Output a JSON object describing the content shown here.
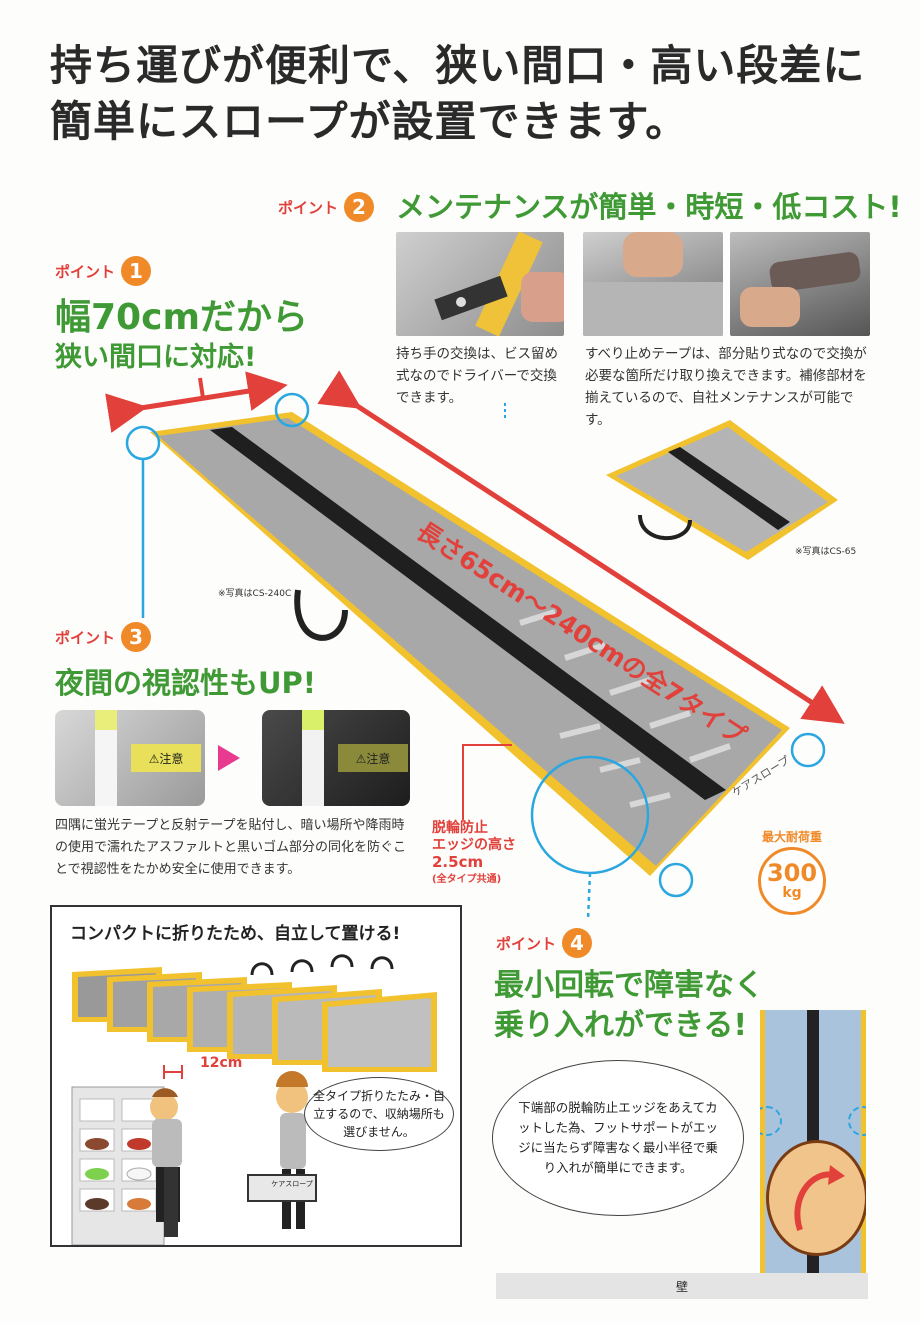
{
  "headline": {
    "line1": "持ち運びが便利で、狭い間口・高い段差に",
    "line2": "簡単にスロープが設置できます。"
  },
  "point_label": "ポイント",
  "point1": {
    "num": "1",
    "title_line1": "幅70cmだから",
    "title_line2": "狭い間口に対応!"
  },
  "point2": {
    "num": "2",
    "title": "メンテナンスが簡単・時短・低コスト!",
    "caption_left": "持ち手の交換は、ビス留め式なのでドライバーで交換できます。",
    "caption_right": "すべり止めテープは、部分貼り式なので交換が必要な箇所だけ取り換えできます。補修部材を揃えているので、自社メンテナンスが可能です。"
  },
  "point3": {
    "num": "3",
    "title": "夜間の視認性もUP!",
    "caption": "四隅に蛍光テープと反射テープを貼付し、暗い場所や降雨時の使用で濡れたアスファルトと黒いゴム部分の同化を防ぐことで視認性をたかめ安全に使用できます。",
    "tag_caution": "⚠注意",
    "tag_caution_dark": "⚠注意"
  },
  "point4": {
    "num": "4",
    "title_line1": "最小回転で障害なく",
    "title_line2": "乗り入れができる!",
    "bubble": "下端部の脱輪防止エッジをあえてカットした為、フットサポートがエッジに当たらず障害なく最小半径で乗り入れが簡単にできます。",
    "wall_label": "壁"
  },
  "ramp": {
    "length_label": "長さ65cm〜240cmの全7タイプ",
    "photo_note_main": "※写真はCS-240C",
    "photo_note_small": "※写真はCS-65",
    "brand_text": "ケアスロープ",
    "edge_label_line1": "脱輪防止",
    "edge_label_line2": "エッジの高さ",
    "edge_label_line3": "2.5cm",
    "edge_label_line4": "(全タイプ共通)"
  },
  "load": {
    "label": "最大耐荷重",
    "value": "300",
    "unit": "kg"
  },
  "compact": {
    "title": "コンパクトに折りたため、自立して置ける!",
    "gap_label": "12cm",
    "bubble": "全タイプ折りたたみ・自立するので、収納場所も選びません。",
    "bag_text": "ケアスロープ"
  },
  "colors": {
    "accent_red": "#e2403a",
    "accent_green": "#3f9a35",
    "accent_orange": "#f08a28",
    "ramp_yellow": "#f2c12e",
    "ramp_gray": "#a8a8a8",
    "highlight_blue": "#2aa7e0",
    "pink_arrow": "#e83b8f"
  }
}
